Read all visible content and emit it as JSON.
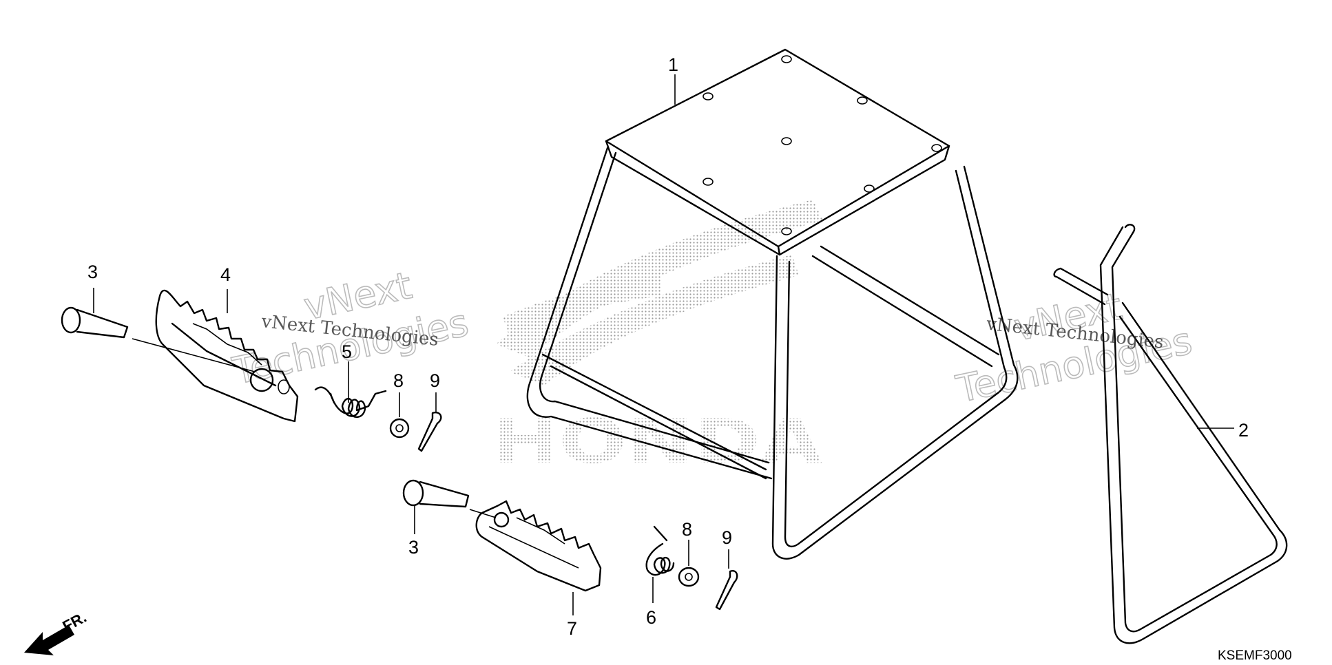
{
  "diagram": {
    "callouts": [
      {
        "id": "1",
        "label": "1"
      },
      {
        "id": "2",
        "label": "2"
      },
      {
        "id": "3a",
        "label": "3"
      },
      {
        "id": "3b",
        "label": "3"
      },
      {
        "id": "4",
        "label": "4"
      },
      {
        "id": "5",
        "label": "5"
      },
      {
        "id": "6",
        "label": "6"
      },
      {
        "id": "7",
        "label": "7"
      },
      {
        "id": "8a",
        "label": "8"
      },
      {
        "id": "8b",
        "label": "8"
      },
      {
        "id": "9a",
        "label": "9"
      },
      {
        "id": "9b",
        "label": "9"
      }
    ],
    "diagram_code": "KSEMF3000",
    "front_arrow_label": "FR.",
    "watermark": {
      "small_text": "vNext Technologies",
      "big_line1": "vNext",
      "big_line2": "Technologies"
    },
    "brand_mark_text": "HONDA",
    "colors": {
      "line": "#000000",
      "background": "#ffffff",
      "watermark": "#bbbbbb",
      "dots": "#9a9a9a"
    }
  }
}
